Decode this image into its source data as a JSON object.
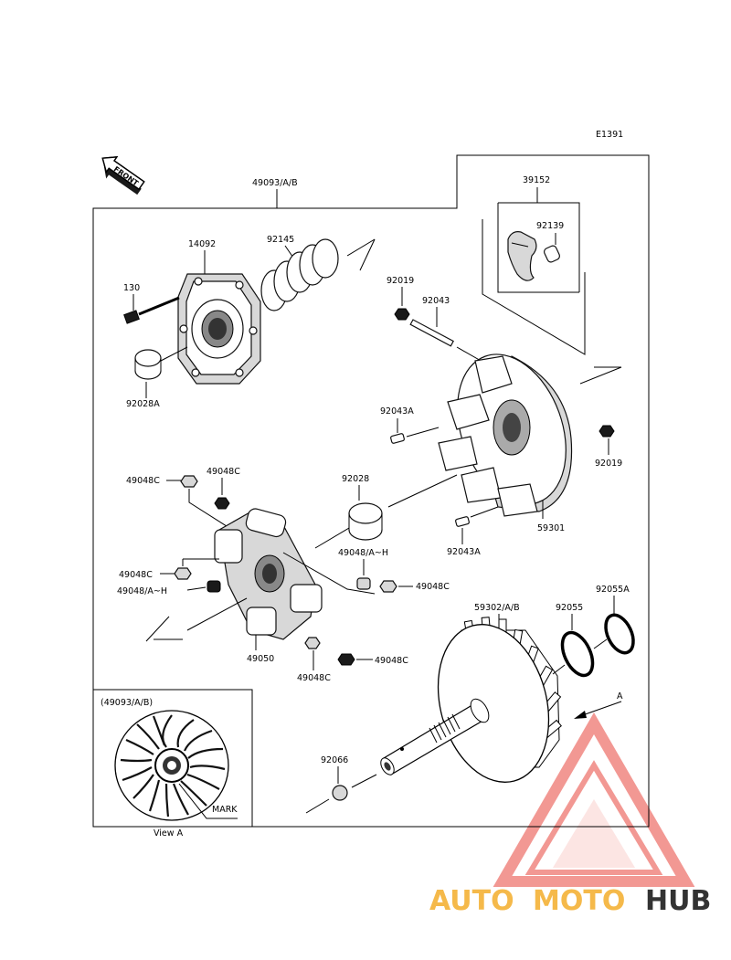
{
  "diagram": {
    "code": "E1391",
    "front_label": "FRONT",
    "assembly_label": "49093/A/B",
    "labels": {
      "p39152": "39152",
      "p92139": "92139",
      "p14092": "14092",
      "p92145": "92145",
      "p130": "130",
      "p92019a": "92019",
      "p92043": "92043",
      "p92028A": "92028A",
      "p92043Aa": "92043A",
      "p92019b": "92019",
      "p49048Ca": "49048C",
      "p49048Cb": "49048C",
      "p92028": "92028",
      "p59301": "59301",
      "p92043Ab": "92043A",
      "p49048AHa": "49048/A~H",
      "p49048Cc": "49048C",
      "p49048Cd": "49048C",
      "p49048AHb": "49048/A~H",
      "p59302": "59302/A/B",
      "p92055": "92055",
      "p92055A": "92055A",
      "p49050": "49050",
      "p49048Ce": "49048C",
      "p49048Cf": "49048C",
      "pA": "A",
      "p92066": "92066"
    },
    "inset": {
      "title": "(49093/A/B)",
      "mark": "MARK",
      "caption": "View A"
    }
  },
  "watermark": {
    "part1": "AUTO",
    "part2": "MOTO",
    "part3": "HUB",
    "color": "#e8453c"
  }
}
